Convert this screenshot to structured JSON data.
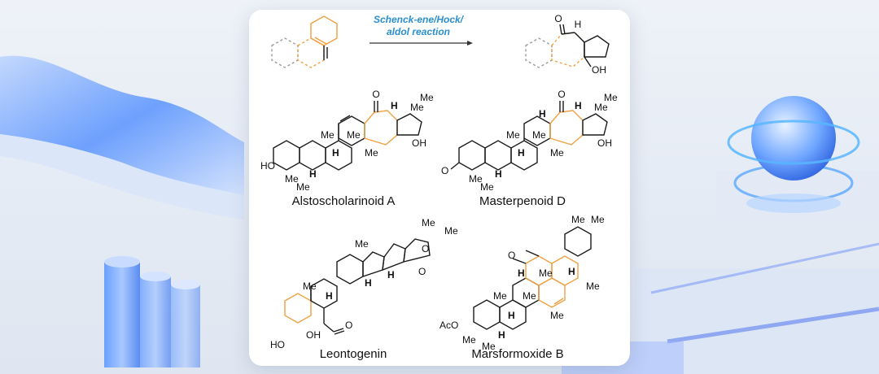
{
  "reaction": {
    "label_line1": "Schenck-ene/Hock/",
    "label_line2": "aldol reaction"
  },
  "product_labels": {
    "oxo": "O",
    "h": "H",
    "oh": "OH"
  },
  "compounds": [
    {
      "name": "Alstoscholarinoid A"
    },
    {
      "name": "Masterpenoid D"
    },
    {
      "name": "Leontogenin"
    },
    {
      "name": "Marsformoxide B"
    }
  ],
  "atom_labels": {
    "me": "Me",
    "h": "H",
    "o": "O",
    "oh": "OH",
    "ho": "HO",
    "aco": "AcO"
  },
  "colors": {
    "highlight": "#f0a040",
    "bond": "#1a1a1a",
    "reaction_text": "#2a8fd0",
    "card": "#ffffff",
    "accent_blue": "#3d7bff"
  }
}
